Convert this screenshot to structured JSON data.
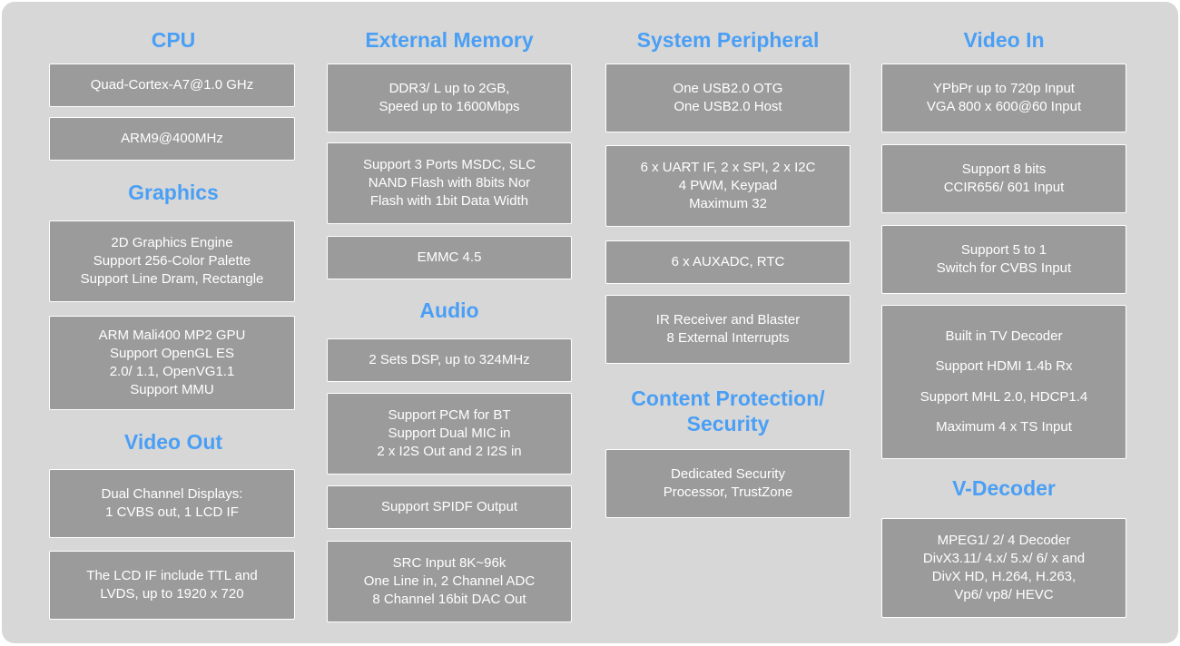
{
  "sections": {
    "cpu": {
      "title": "CPU",
      "items": [
        [
          "Quad-Cortex-A7@1.0 GHz"
        ],
        [
          "ARM9@400MHz"
        ]
      ]
    },
    "graphics": {
      "title": "Graphics",
      "items": [
        [
          "2D Graphics Engine",
          "Support 256-Color Palette",
          "Support Line Dram, Rectangle"
        ],
        [
          "ARM Mali400 MP2 GPU",
          "Support OpenGL ES",
          "2.0/ 1.1, OpenVG1.1",
          "Support MMU"
        ]
      ]
    },
    "video_out": {
      "title": "Video Out",
      "items": [
        [
          "Dual Channel Displays:",
          "1 CVBS out, 1 LCD IF"
        ],
        [
          "The LCD IF include TTL and",
          "LVDS, up to 1920 x 720"
        ]
      ]
    },
    "external_memory": {
      "title": "External Memory",
      "items": [
        [
          "DDR3/ L up to 2GB,",
          "Speed up to 1600Mbps"
        ],
        [
          "Support 3 Ports MSDC, SLC",
          "NAND Flash with 8bits Nor",
          "Flash with 1bit Data Width"
        ],
        [
          "EMMC 4.5"
        ]
      ]
    },
    "audio": {
      "title": "Audio",
      "items": [
        [
          "2 Sets DSP, up to 324MHz"
        ],
        [
          "Support PCM for BT",
          "Support Dual MIC in",
          "2 x I2S Out and 2 I2S in"
        ],
        [
          "Support SPIDF Output"
        ],
        [
          "SRC Input 8K~96k",
          "One Line in, 2 Channel ADC",
          "8 Channel 16bit DAC Out"
        ]
      ]
    },
    "system_peripheral": {
      "title": "System Peripheral",
      "items": [
        [
          "One USB2.0 OTG",
          "One USB2.0 Host"
        ],
        [
          "6 x UART IF, 2 x SPI, 2 x I2C",
          "4 PWM, Keypad",
          "Maximum 32"
        ],
        [
          "6 x AUXADC, RTC"
        ],
        [
          "IR Receiver and Blaster",
          "8 External Interrupts"
        ]
      ]
    },
    "content_protection": {
      "title_line1": "Content Protection/",
      "title_line2": "Security",
      "items": [
        [
          "Dedicated Security",
          "Processor, TrustZone"
        ]
      ]
    },
    "video_in": {
      "title": "Video In",
      "items": [
        [
          "YPbPr up to 720p Input",
          "VGA 800 x 600@60 Input"
        ],
        [
          "Support 8 bits",
          "CCIR656/ 601 Input"
        ],
        [
          "Support 5 to 1",
          "Switch for CVBS Input"
        ],
        [
          "Built in TV Decoder",
          "Support HDMI 1.4b Rx",
          "Support MHL 2.0, HDCP1.4",
          "Maximum 4 x TS Input"
        ]
      ]
    },
    "v_decoder": {
      "title": "V-Decoder",
      "items": [
        [
          "MPEG1/ 2/ 4 Decoder",
          "DivX3.11/ 4.x/ 5.x/ 6/ x and",
          "DivX HD, H.264, H.263,",
          "Vp6/ vp8/ HEVC"
        ]
      ]
    }
  },
  "colors": {
    "background": "#d7d7d7",
    "box_fill": "#9b9b9b",
    "box_text": "#ffffff",
    "title": "#4a9ff5"
  }
}
